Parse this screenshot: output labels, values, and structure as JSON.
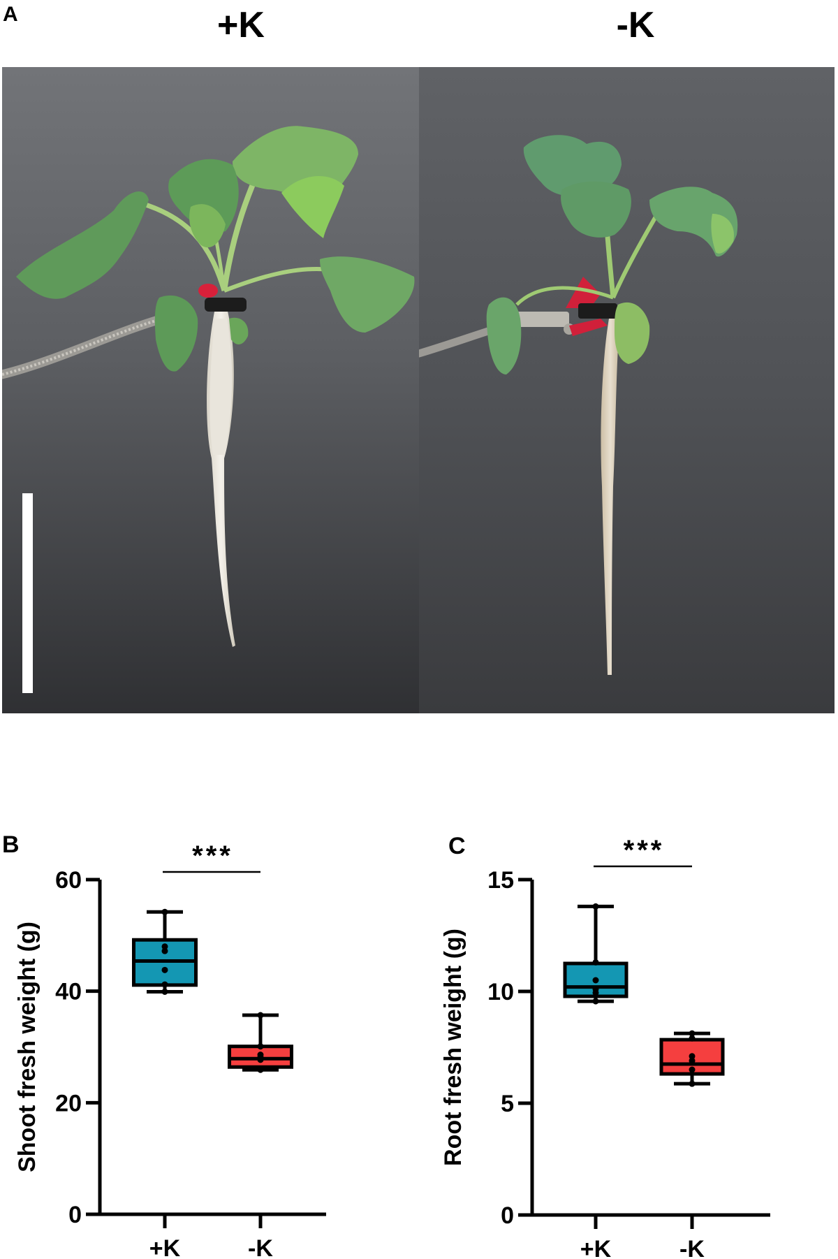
{
  "figure": {
    "panel_a": {
      "letter": "A",
      "titles": [
        "+K",
        "-K"
      ],
      "photo_background": "#505155",
      "scale_bar_color": "#ffffff"
    },
    "panel_b": {
      "letter": "B"
    },
    "panel_c": {
      "letter": "C"
    }
  },
  "chart_data": [
    {
      "type": "box",
      "panel": "B",
      "title": "",
      "xlabel": "",
      "ylabel": "Shoot fresh weight (g)",
      "categories": [
        "+K",
        "-K"
      ],
      "ylim": [
        0,
        60
      ],
      "yticks": [
        0,
        20,
        40,
        60
      ],
      "grid": false,
      "significance": "***",
      "series": [
        {
          "name": "+K",
          "color": "#1497b3",
          "whisker_min": 39.9,
          "q1": 41.1,
          "median": 45.4,
          "q3": 49.2,
          "whisker_max": 54.2,
          "points": [
            39.9,
            41.2,
            43.8,
            47.2,
            48.0,
            54.2
          ]
        },
        {
          "name": "-K",
          "color": "#f53f3f",
          "whisker_min": 25.9,
          "q1": 26.4,
          "median": 27.9,
          "q3": 30.1,
          "whisker_max": 35.7,
          "points": [
            25.9,
            27.7,
            28.2,
            28.6,
            30.1,
            35.7
          ]
        }
      ]
    },
    {
      "type": "box",
      "panel": "C",
      "title": "",
      "xlabel": "",
      "ylabel": "Root fresh weight (g)",
      "categories": [
        "+K",
        "-K"
      ],
      "ylim": [
        0,
        15
      ],
      "yticks": [
        0,
        5,
        10,
        15
      ],
      "grid": false,
      "significance": "***",
      "series": [
        {
          "name": "+K",
          "color": "#1497b3",
          "whisker_min": 9.56,
          "q1": 9.78,
          "median": 10.2,
          "q3": 11.25,
          "whisker_max": 13.8,
          "points": [
            9.56,
            9.94,
            10.1,
            10.5,
            11.3,
            13.8
          ]
        },
        {
          "name": "-K",
          "color": "#f53f3f",
          "whisker_min": 5.87,
          "q1": 6.31,
          "median": 6.75,
          "q3": 7.84,
          "whisker_max": 8.12,
          "points": [
            5.87,
            6.5,
            6.9,
            7.1,
            7.9,
            8.12
          ]
        }
      ]
    }
  ]
}
